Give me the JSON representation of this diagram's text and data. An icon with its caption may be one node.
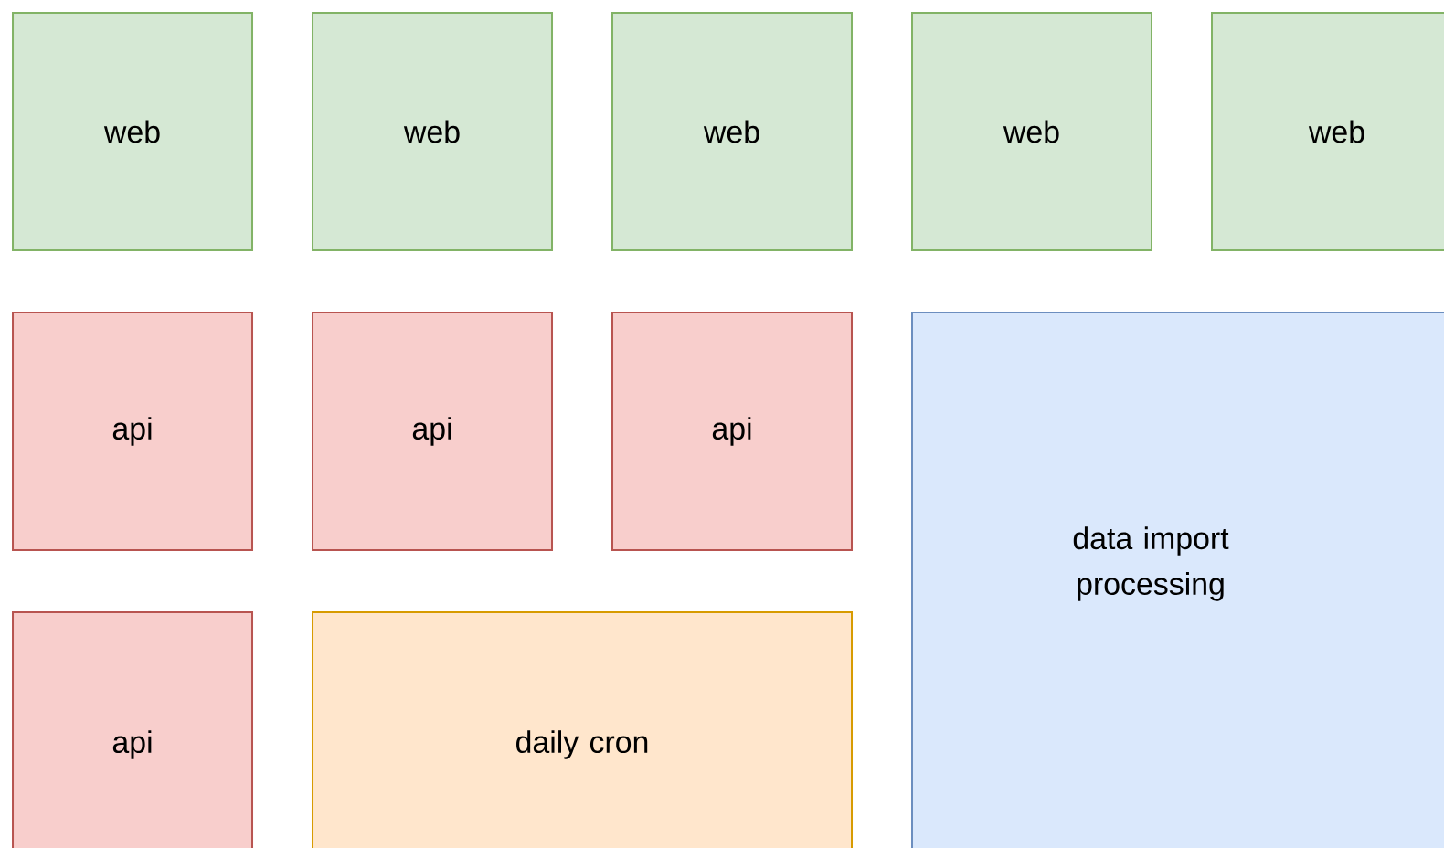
{
  "diagram": {
    "nodes": [
      {
        "text": [
          "web"
        ]
      },
      {
        "text": [
          "web"
        ]
      },
      {
        "text": [
          "web"
        ]
      },
      {
        "text": [
          "web"
        ]
      },
      {
        "text": [
          "web"
        ]
      },
      {
        "text": [
          "api"
        ]
      },
      {
        "text": [
          "api"
        ]
      },
      {
        "text": [
          "api"
        ]
      },
      {
        "text": [
          "data import processing"
        ]
      },
      {
        "text": [
          "api"
        ]
      },
      {
        "text": [
          "daily cron"
        ]
      }
    ]
  }
}
